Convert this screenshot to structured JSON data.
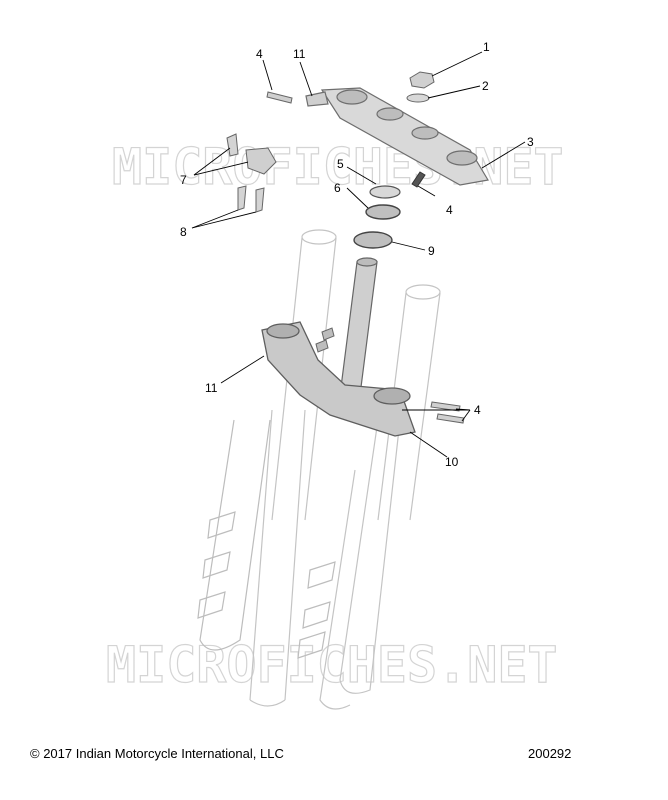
{
  "watermark": "MICROFICHES.NET",
  "callouts": [
    "1",
    "2",
    "3",
    "4",
    "4",
    "4",
    "5",
    "6",
    "7",
    "8",
    "9",
    "10",
    "11",
    "11"
  ],
  "footer": {
    "copyright": "© 2017 Indian Motorcycle International, LLC",
    "figure_number": "200292"
  },
  "colors": {
    "line": "#000000",
    "ghost": "#c8c8c8",
    "part": "#8a8a8a"
  }
}
